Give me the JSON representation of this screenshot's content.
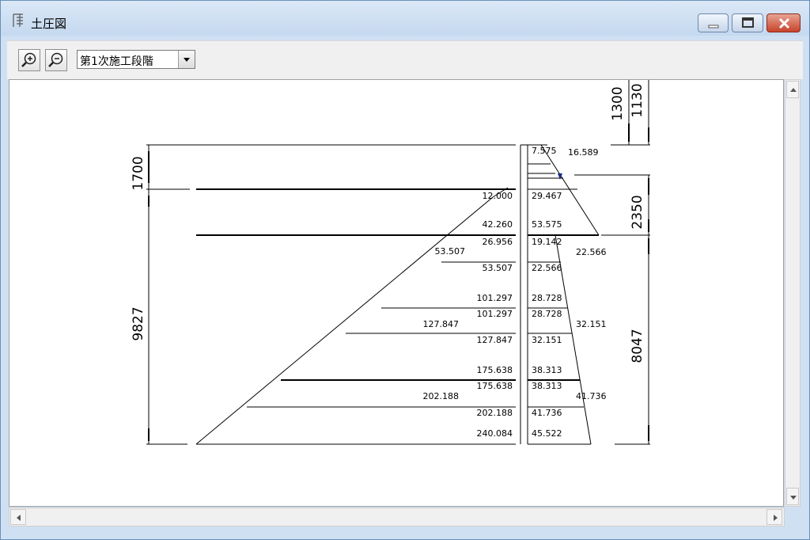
{
  "window": {
    "title": "土圧図"
  },
  "toolbar": {
    "zoom_in_icon": "zoom-in-magnifier",
    "zoom_out_icon": "zoom-out-magnifier",
    "stage_select": "第1次施工段階"
  },
  "dims": {
    "d1300": "1300",
    "d1130": "1130",
    "d1700": "1700",
    "d2350": "2350",
    "d9827": "9827",
    "d8047": "8047"
  },
  "left_values": [
    "12.000",
    "42.260",
    "26.956",
    "53.507",
    "101.297",
    "101.297",
    "127.847",
    "175.638",
    "175.638",
    "202.188",
    "240.084"
  ],
  "left_mid_labels": [
    "53.507",
    "127.847",
    "202.188"
  ],
  "right_values": [
    "7.575",
    "29.467",
    "53.575",
    "19.142",
    "22.566",
    "28.728",
    "28.728",
    "32.151",
    "38.313",
    "38.313",
    "41.736",
    "45.522"
  ],
  "right_mid_labels": [
    "16.589",
    "22.566",
    "32.151",
    "41.736"
  ],
  "colors": {
    "titlebar": "#c4d8ef",
    "close_button": "#c7432b",
    "drawing": "#000000"
  }
}
